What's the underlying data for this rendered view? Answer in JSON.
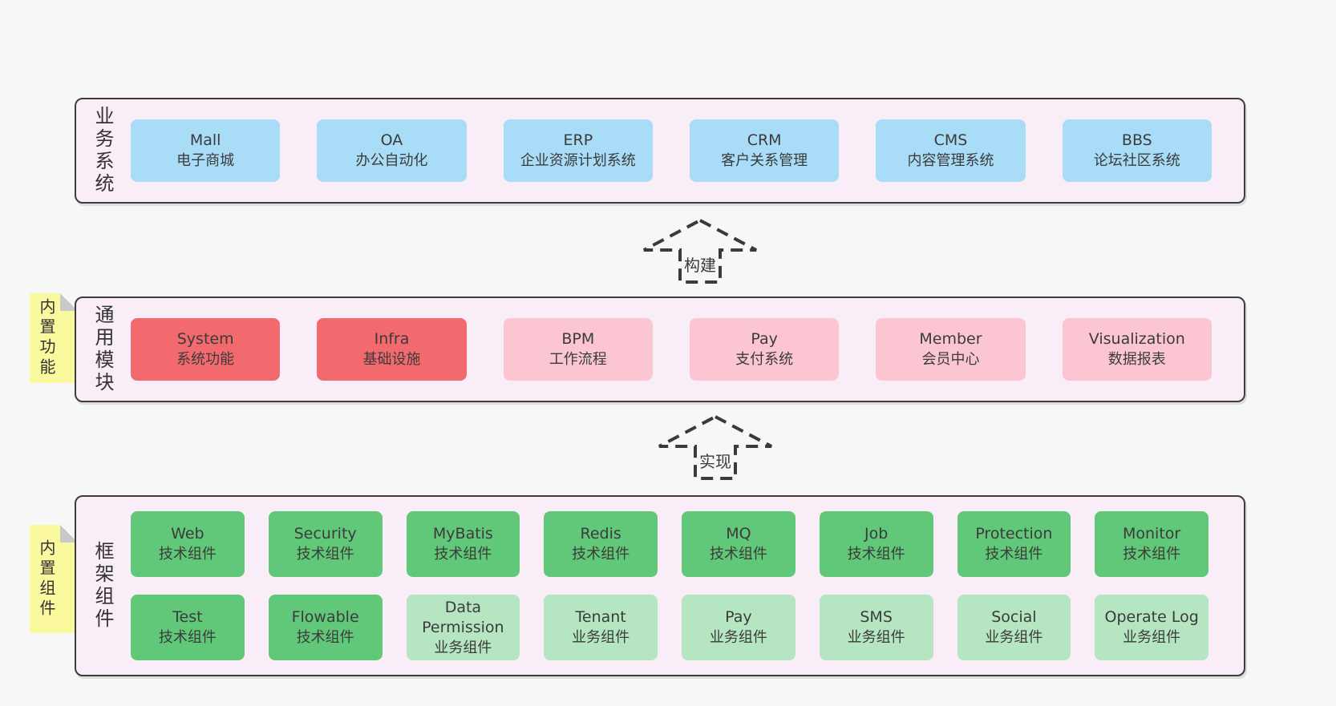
{
  "colors": {
    "page_bg": "#f7f7f7",
    "panel_bg": "#f9edf7",
    "panel_border": "#3d3d3d",
    "blue_box": "#a9dcf7",
    "red_box": "#f2696e",
    "pink_box": "#fbc6d1",
    "green_box": "#60c878",
    "light_green_box": "#b5e5c1",
    "yellow_tab": "#fbf99e",
    "fold_corner": "#c9c9c9",
    "text": "#3a3a3a"
  },
  "arrows": [
    {
      "label": "构建"
    },
    {
      "label": "实现"
    }
  ],
  "panels": {
    "business": {
      "label": "业务系统",
      "items": [
        {
          "name": "Mall",
          "subtitle": "电子商城"
        },
        {
          "name": "OA",
          "subtitle": "办公自动化"
        },
        {
          "name": "ERP",
          "subtitle": "企业资源计划系统"
        },
        {
          "name": "CRM",
          "subtitle": "客户关系管理"
        },
        {
          "name": "CMS",
          "subtitle": "内容管理系统"
        },
        {
          "name": "BBS",
          "subtitle": "论坛社区系统"
        }
      ]
    },
    "modules": {
      "tab": "内置功能",
      "label": "通用模块",
      "items": [
        {
          "name": "System",
          "subtitle": "系统功能"
        },
        {
          "name": "Infra",
          "subtitle": "基础设施"
        },
        {
          "name": "BPM",
          "subtitle": "工作流程"
        },
        {
          "name": "Pay",
          "subtitle": "支付系统"
        },
        {
          "name": "Member",
          "subtitle": "会员中心"
        },
        {
          "name": "Visualization",
          "subtitle": "数据报表"
        }
      ]
    },
    "framework": {
      "tab": "内置组件",
      "label": "框架组件",
      "row1": [
        {
          "name": "Web",
          "subtitle": "技术组件"
        },
        {
          "name": "Security",
          "subtitle": "技术组件"
        },
        {
          "name": "MyBatis",
          "subtitle": "技术组件"
        },
        {
          "name": "Redis",
          "subtitle": "技术组件"
        },
        {
          "name": "MQ",
          "subtitle": "技术组件"
        },
        {
          "name": "Job",
          "subtitle": "技术组件"
        },
        {
          "name": "Protection",
          "subtitle": "技术组件"
        },
        {
          "name": "Monitor",
          "subtitle": "技术组件"
        }
      ],
      "row2": [
        {
          "name": "Test",
          "subtitle": "技术组件"
        },
        {
          "name": "Flowable",
          "subtitle": "技术组件"
        },
        {
          "name": "Data Permission",
          "subtitle": "业务组件"
        },
        {
          "name": "Tenant",
          "subtitle": "业务组件"
        },
        {
          "name": "Pay",
          "subtitle": "业务组件"
        },
        {
          "name": "SMS",
          "subtitle": "业务组件"
        },
        {
          "name": "Social",
          "subtitle": "业务组件"
        },
        {
          "name": "Operate Log",
          "subtitle": "业务组件"
        }
      ]
    }
  }
}
